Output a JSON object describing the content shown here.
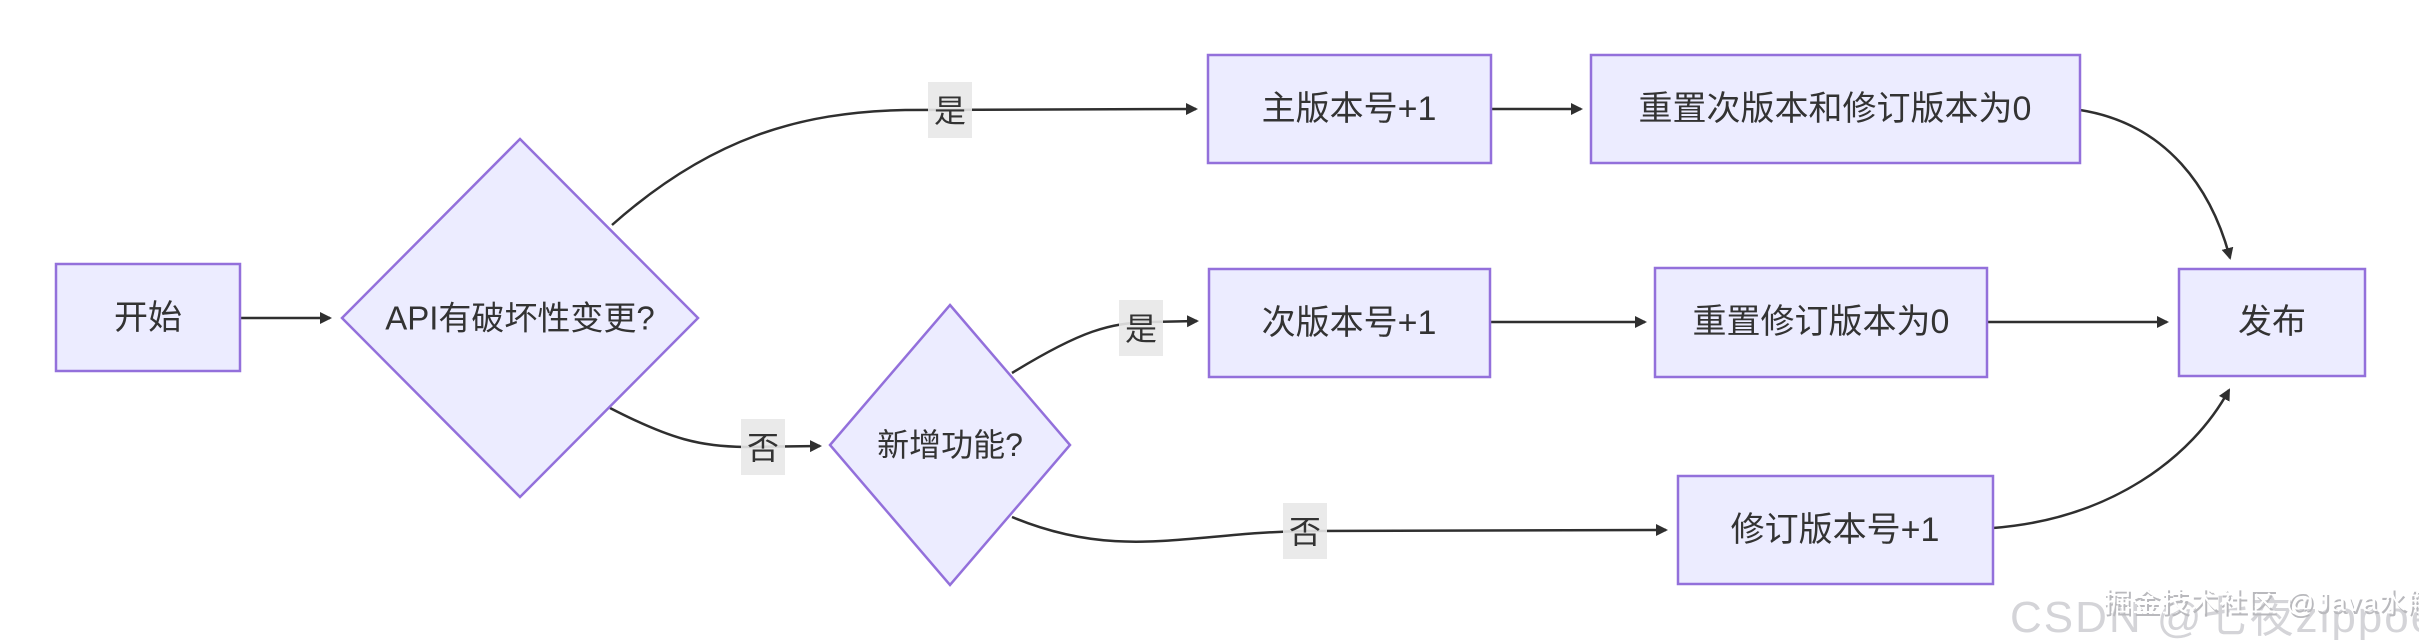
{
  "diagram": {
    "type": "flowchart",
    "direction": "left-to-right",
    "nodes": {
      "start": {
        "label": "开始",
        "shape": "rect"
      },
      "breaking_change": {
        "label": "API有破坏性变更?",
        "shape": "diamond"
      },
      "major": {
        "label": "主版本号+1",
        "shape": "rect"
      },
      "reset_minor_patch": {
        "label": "重置次版本和修订版本为0",
        "shape": "rect"
      },
      "new_feature": {
        "label": "新增功能?",
        "shape": "diamond"
      },
      "minor": {
        "label": "次版本号+1",
        "shape": "rect"
      },
      "reset_patch": {
        "label": "重置修订版本为0",
        "shape": "rect"
      },
      "patch": {
        "label": "修订版本号+1",
        "shape": "rect"
      },
      "release": {
        "label": "发布",
        "shape": "rect"
      }
    },
    "edges": [
      {
        "from": "开始",
        "to": "API有破坏性变更?",
        "label": ""
      },
      {
        "from": "API有破坏性变更?",
        "to": "主版本号+1",
        "label": "是"
      },
      {
        "from": "主版本号+1",
        "to": "重置次版本和修订版本为0",
        "label": ""
      },
      {
        "from": "重置次版本和修订版本为0",
        "to": "发布",
        "label": ""
      },
      {
        "from": "API有破坏性变更?",
        "to": "新增功能?",
        "label": "否"
      },
      {
        "from": "新增功能?",
        "to": "次版本号+1",
        "label": "是"
      },
      {
        "from": "次版本号+1",
        "to": "重置修订版本为0",
        "label": ""
      },
      {
        "from": "重置修订版本为0",
        "to": "发布",
        "label": ""
      },
      {
        "from": "新增功能?",
        "to": "修订版本号+1",
        "label": "否"
      },
      {
        "from": "修订版本号+1",
        "to": "发布",
        "label": ""
      }
    ],
    "colors": {
      "node_fill": "#ECECFF",
      "node_stroke": "#9370DB",
      "edge_stroke": "#2f2f2f",
      "edge_label_bg": "#e8e8e8",
      "text": "#333333"
    }
  },
  "watermarks": {
    "csdn": "CSDN @七夜zippoe",
    "juejin": "掘金技术社区 @Java水解"
  }
}
